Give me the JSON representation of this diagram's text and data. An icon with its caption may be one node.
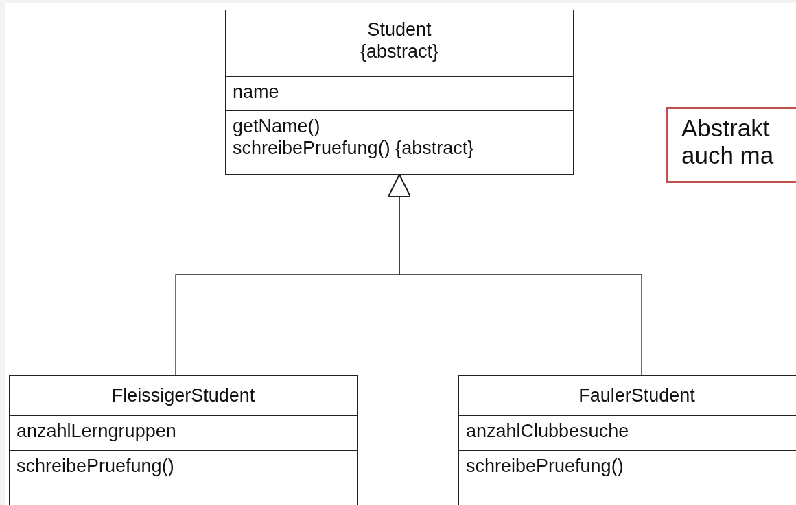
{
  "diagram": {
    "nodes": [
      {
        "text": [
          "Student",
          "{abstract}",
          "name",
          "getName()",
          "schreibePruefung() {abstract}"
        ]
      },
      {
        "text": [
          "FleissigerStudent",
          "anzahlLerngruppen",
          "schreibePruefung()"
        ]
      },
      {
        "text": [
          "FaulerStudent",
          "anzahlClubbesuche",
          "schreibePruefung()"
        ]
      },
      {
        "text": [
          "Abstrakt auch ma"
        ]
      }
    ],
    "edges": [
      {
        "from": 1,
        "to": 0,
        "arrow": "to"
      },
      {
        "from": 2,
        "to": 0,
        "arrow": "to"
      }
    ]
  }
}
